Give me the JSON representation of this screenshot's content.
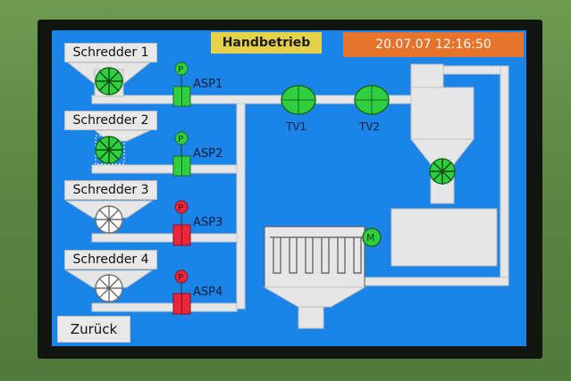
{
  "header": {
    "mode_label": "Handbetrieb",
    "datetime": "20.07.07 12:16:50"
  },
  "shredders": [
    {
      "label": "Schredder 1",
      "fan_status": "running"
    },
    {
      "label": "Schredder 2",
      "fan_status": "running"
    },
    {
      "label": "Schredder 3",
      "fan_status": "stopped"
    },
    {
      "label": "Schredder 4",
      "fan_status": "stopped"
    }
  ],
  "pumps": [
    {
      "tag": "P"
    },
    {
      "tag": "P"
    },
    {
      "tag": "P"
    },
    {
      "tag": "P"
    }
  ],
  "valves": [
    {
      "label": "ASP1",
      "status": "open"
    },
    {
      "label": "ASP2",
      "status": "open"
    },
    {
      "label": "ASP3",
      "status": "closed"
    },
    {
      "label": "ASP4",
      "status": "closed"
    }
  ],
  "transport_fans": [
    {
      "label": "TV1"
    },
    {
      "label": "TV2"
    }
  ],
  "motor": {
    "label": "M"
  },
  "footer": {
    "back_label": "Zurück"
  },
  "colors": {
    "screen_bg": "#1a84e8",
    "active_green": "#2fcf3f",
    "inactive_red": "#e8283a",
    "mode_yellow": "#e5d24a",
    "clock_orange": "#e8732b",
    "equipment_gray": "#e6e6e6"
  }
}
